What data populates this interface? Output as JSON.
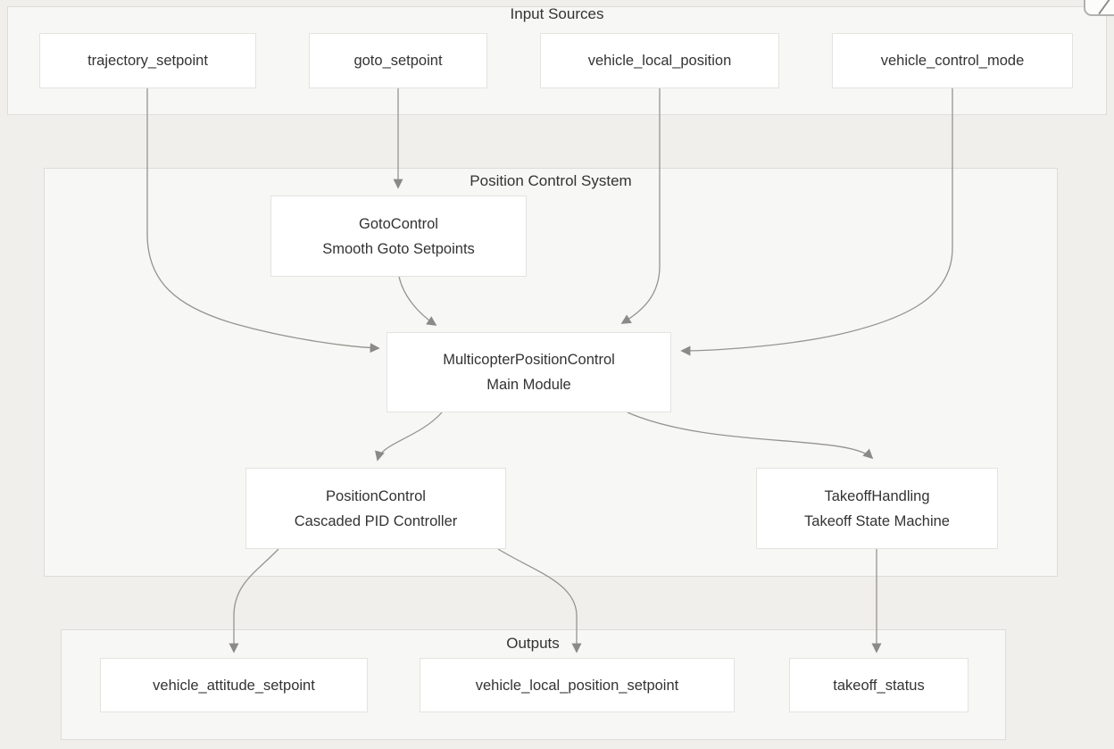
{
  "clusters": {
    "inputs": {
      "label": "Input Sources"
    },
    "position_control_system": {
      "label": "Position Control System"
    },
    "outputs": {
      "label": "Outputs"
    }
  },
  "nodes": {
    "trajectory_setpoint": {
      "title": "trajectory_setpoint"
    },
    "goto_setpoint": {
      "title": "goto_setpoint"
    },
    "vehicle_local_position": {
      "title": "vehicle_local_position"
    },
    "vehicle_control_mode": {
      "title": "vehicle_control_mode"
    },
    "goto_control": {
      "title": "GotoControl",
      "subtitle": "Smooth Goto Setpoints"
    },
    "multicopter_position_control": {
      "title": "MulticopterPositionControl",
      "subtitle": "Main Module"
    },
    "position_control": {
      "title": "PositionControl",
      "subtitle": "Cascaded PID Controller"
    },
    "takeoff_handling": {
      "title": "TakeoffHandling",
      "subtitle": "Takeoff State Machine"
    },
    "vehicle_attitude_setpoint": {
      "title": "vehicle_attitude_setpoint"
    },
    "vehicle_local_position_setpoint": {
      "title": "vehicle_local_position_setpoint"
    },
    "takeoff_status": {
      "title": "takeoff_status"
    }
  },
  "edges": [
    {
      "from": "trajectory_setpoint",
      "to": "multicopter_position_control"
    },
    {
      "from": "goto_setpoint",
      "to": "goto_control"
    },
    {
      "from": "goto_control",
      "to": "multicopter_position_control"
    },
    {
      "from": "vehicle_local_position",
      "to": "multicopter_position_control"
    },
    {
      "from": "vehicle_control_mode",
      "to": "multicopter_position_control"
    },
    {
      "from": "multicopter_position_control",
      "to": "position_control"
    },
    {
      "from": "multicopter_position_control",
      "to": "takeoff_handling"
    },
    {
      "from": "position_control",
      "to": "vehicle_attitude_setpoint"
    },
    {
      "from": "position_control",
      "to": "vehicle_local_position_setpoint"
    },
    {
      "from": "takeoff_handling",
      "to": "takeoff_status"
    }
  ],
  "icons": {
    "corner_button": "expand-diagonal-icon"
  },
  "colors": {
    "canvas_background": "#f0efec",
    "cluster_fill": "#f7f7f5",
    "cluster_border": "#dedcd9",
    "node_fill": "#ffffff",
    "node_border": "#e5e3e0",
    "text": "#333333",
    "edge": "#96948f",
    "arrowhead": "#8c8a87"
  }
}
